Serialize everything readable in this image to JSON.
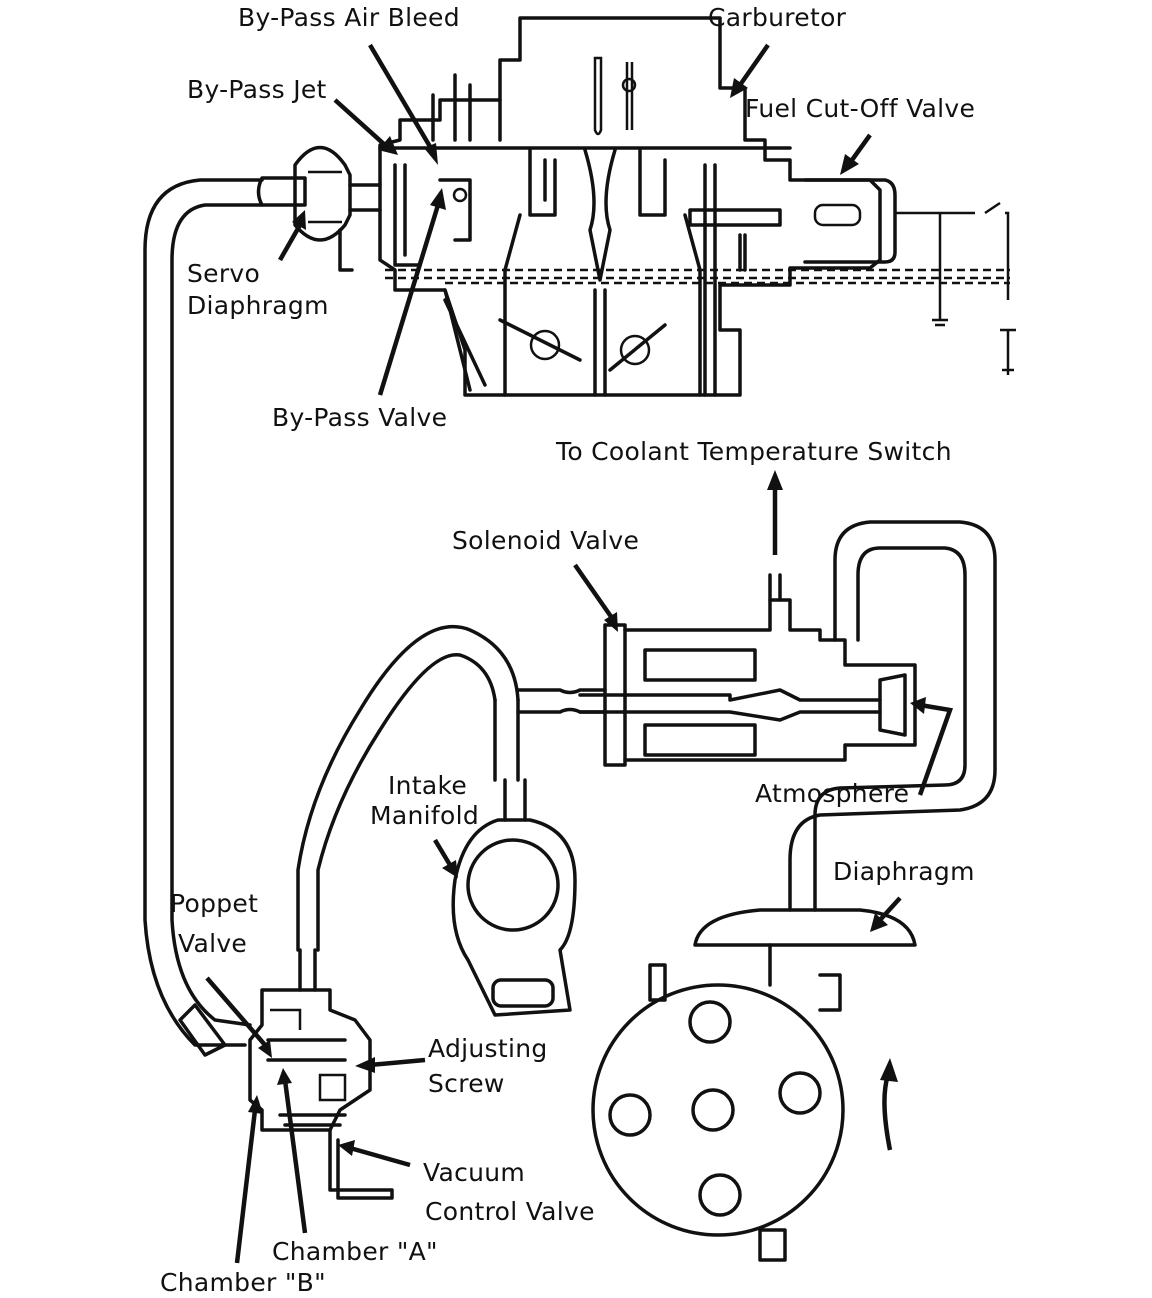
{
  "diagram": {
    "title": "Carburetor Fuel Cut-Off / Vacuum Control System",
    "colors": {
      "ink": "#111111",
      "background": "#ffffff"
    },
    "labels": {
      "bypass_air_bleed": "By-Pass Air Bleed",
      "carburetor": "Carburetor",
      "bypass_jet": "By-Pass Jet",
      "fuel_cutoff_valve": "Fuel Cut-Off Valve",
      "servo": "Servo",
      "diaphragm_servo": "Diaphragm",
      "bypass_valve": "By-Pass Valve",
      "to_coolant": "To Coolant Temperature Switch",
      "solenoid_valve": "Solenoid Valve",
      "intake": "Intake",
      "manifold": "Manifold",
      "atmosphere": "Atmosphere",
      "diaphragm": "Diaphragm",
      "poppet": "Poppet",
      "valve": "Valve",
      "adjusting": "Adjusting",
      "screw": "Screw",
      "vacuum": "Vacuum",
      "control_valve": "Control Valve",
      "chamber_a": "Chamber \"A\"",
      "chamber_b": "Chamber \"B\""
    },
    "components": [
      "carburetor",
      "servo-diaphragm",
      "by-pass-jet",
      "by-pass-air-bleed",
      "by-pass-valve",
      "fuel-cut-off-valve",
      "solenoid-valve",
      "intake-manifold",
      "vacuum-control-valve",
      "distributor-diaphragm",
      "distributor"
    ]
  }
}
